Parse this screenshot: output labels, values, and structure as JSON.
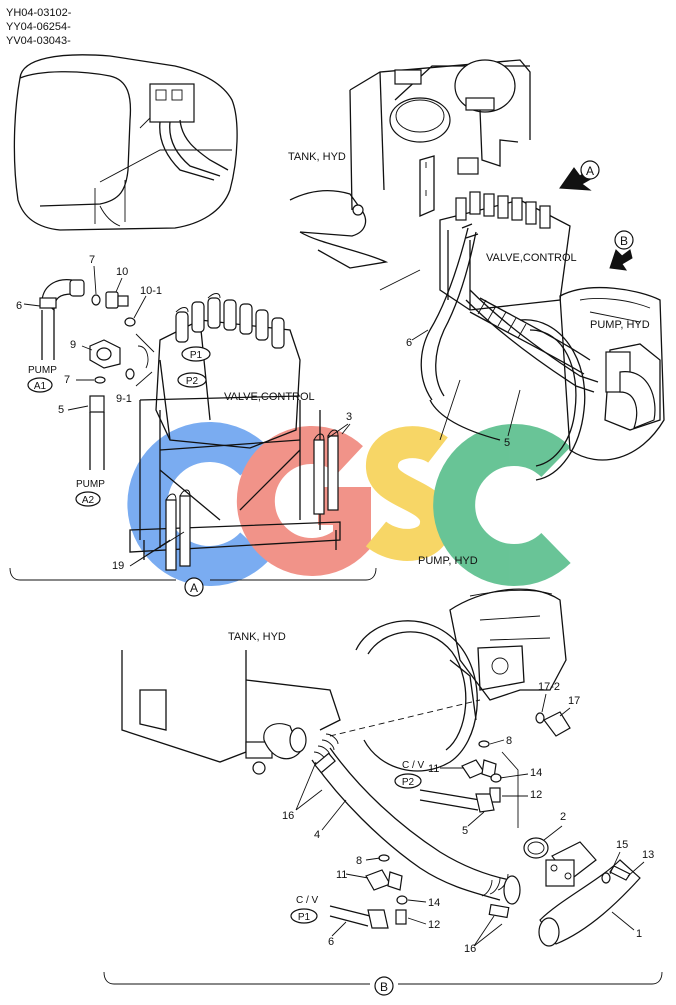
{
  "model_codes": [
    "YH04-03102-",
    "YY04-06254-",
    "YV04-03043-"
  ],
  "labels": {
    "tank_hyd": "TANK, HYD",
    "valve_control": "VALVE,CONTROL",
    "pump_hyd": "PUMP, HYD",
    "pump": "PUMP",
    "cv": "C / V"
  },
  "view_a": "A",
  "view_b": "B",
  "ports": {
    "a1": "A1",
    "a2": "A2",
    "p1": "P1",
    "p2": "P2"
  },
  "parts": {
    "n1": "1",
    "n2": "2",
    "n3": "3",
    "n4": "4",
    "n5": "5",
    "n6": "6",
    "n7": "7",
    "n8": "8",
    "n9": "9",
    "n9_1": "9-1",
    "n10": "10",
    "n10_1": "10-1",
    "n11": "11",
    "n12": "12",
    "n13": "13",
    "n14": "14",
    "n15": "15",
    "n16": "16",
    "n17": "17",
    "n17_2": "17-2",
    "n19": "19"
  },
  "watermark": {
    "letters": [
      "C",
      "G",
      "S",
      "C"
    ],
    "colors": [
      "#6fa6f0",
      "#f08a80",
      "#f7d35a",
      "#5cbf8e"
    ]
  }
}
